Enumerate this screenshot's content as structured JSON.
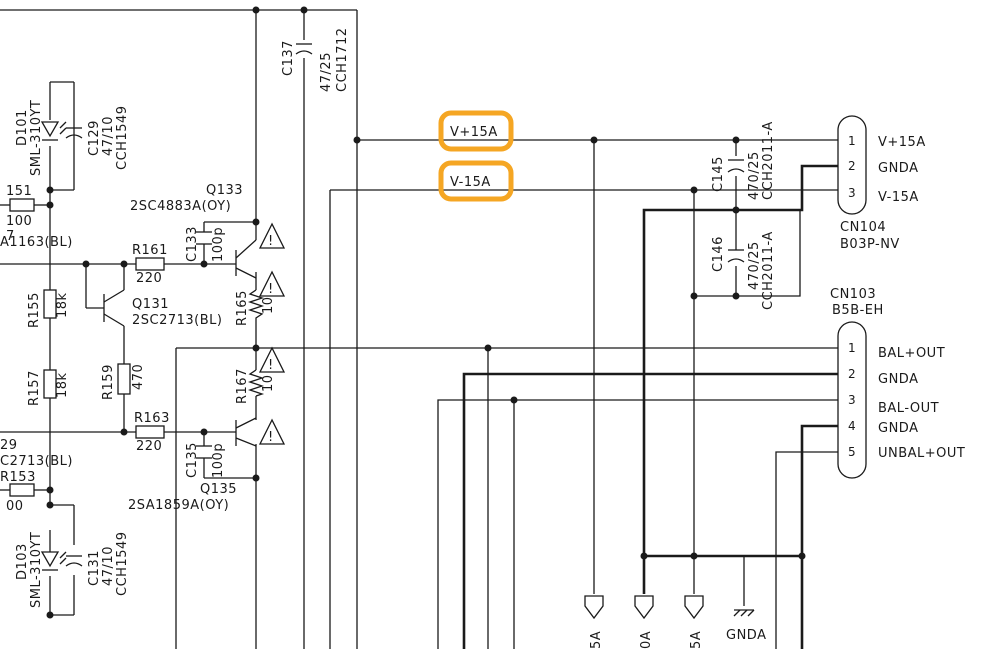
{
  "highlight_color": "#f5a623",
  "rails": {
    "vplus": "V+15A",
    "vminus": "V-15A"
  },
  "connectors": {
    "cn104": {
      "ref": "CN104",
      "part": "B03P-NV",
      "pins": [
        {
          "num": "1",
          "name": "V+15A"
        },
        {
          "num": "2",
          "name": "GNDA"
        },
        {
          "num": "3",
          "name": "V-15A"
        }
      ]
    },
    "cn103": {
      "ref": "CN103",
      "part": "B5B-EH",
      "pins": [
        {
          "num": "1",
          "name": "BAL+OUT"
        },
        {
          "num": "2",
          "name": "GNDA"
        },
        {
          "num": "3",
          "name": "BAL-OUT"
        },
        {
          "num": "4",
          "name": "GNDA"
        },
        {
          "num": "5",
          "name": "UNBAL+OUT"
        }
      ]
    }
  },
  "parts": {
    "c137": {
      "ref": "C137",
      "value": "47/25",
      "part": "CCH1712"
    },
    "c129": {
      "ref": "C129",
      "value": "47/10",
      "part": "CCH1549"
    },
    "d101": {
      "ref": "D101",
      "part": "SML-310YT"
    },
    "r151": {
      "ref": "151",
      "value": "100"
    },
    "q_frag1": {
      "ref": "7",
      "part": "A1163(BL)"
    },
    "q133": {
      "ref": "Q133",
      "part": "2SC4883A(OY)"
    },
    "c133": {
      "ref": "C133",
      "value": "100p"
    },
    "r161": {
      "ref": "R161",
      "value": "220"
    },
    "r155": {
      "ref": "R155",
      "value": "18k"
    },
    "q131": {
      "ref": "Q131",
      "part": "2SC2713(BL)"
    },
    "r165": {
      "ref": "R165",
      "value": "10"
    },
    "r157": {
      "ref": "R157",
      "value": "18k"
    },
    "r159": {
      "ref": "R159",
      "value": "470"
    },
    "r167": {
      "ref": "R167",
      "value": "10"
    },
    "r163": {
      "ref": "R163",
      "value": "220"
    },
    "q_frag2": {
      "ref": "29",
      "part": "C2713(BL)"
    },
    "r153": {
      "ref": "R153",
      "value": "00"
    },
    "c135": {
      "ref": "C135",
      "value": "100p"
    },
    "q135": {
      "ref": "Q135",
      "part": "2SA1859A(OY)"
    },
    "d103": {
      "ref": "D103",
      "part": "SML-310YT"
    },
    "c131": {
      "ref": "C131",
      "value": "47/10",
      "part": "CCH1549"
    },
    "c145": {
      "ref": "C145",
      "value": "470/25",
      "part": "CCH2011-A"
    },
    "c146": {
      "ref": "C146",
      "value": "470/25",
      "part": "CCH2011-A"
    }
  },
  "bottom_nets": {
    "n1": "5A",
    "n2": "0A",
    "n3": "5A",
    "gnda": "GNDA"
  },
  "warn_mark": "!"
}
